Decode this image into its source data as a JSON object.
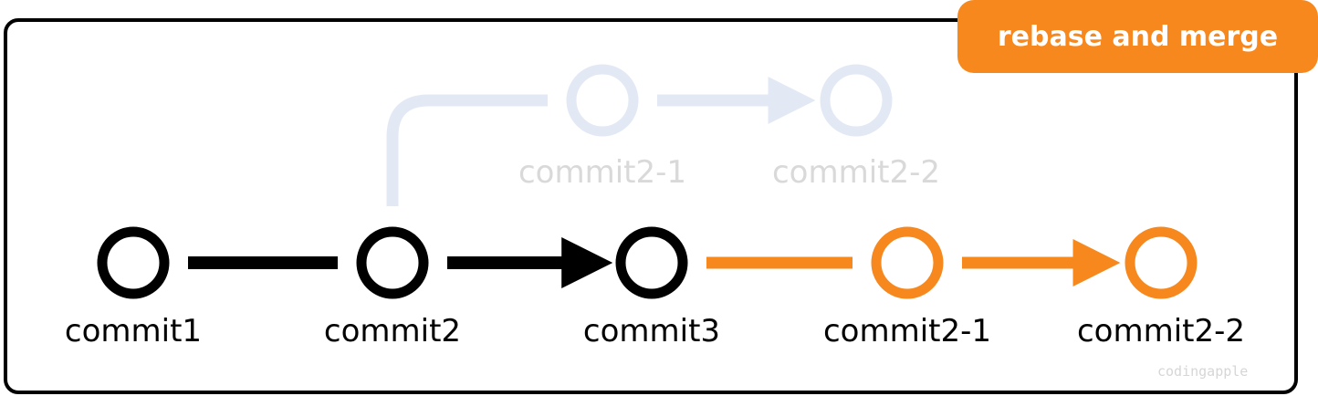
{
  "badge": {
    "label": "rebase and merge",
    "color": "#F7881E"
  },
  "watermark": {
    "text": "codingapple",
    "color": "#D6D6D6"
  },
  "colors": {
    "main": "#000000",
    "rebased": "#F7881E",
    "ghost_line": "#E3E9F4",
    "ghost_text": "#D9D9D9"
  },
  "diagram": {
    "main_commits": [
      {
        "id": "commit1",
        "label": "commit1",
        "style": "main"
      },
      {
        "id": "commit2",
        "label": "commit2",
        "style": "main"
      },
      {
        "id": "commit3",
        "label": "commit3",
        "style": "main"
      },
      {
        "id": "commit2-1-rebased",
        "label": "commit2-1",
        "style": "rebased"
      },
      {
        "id": "commit2-2-rebased",
        "label": "commit2-2",
        "style": "rebased"
      }
    ],
    "ghost_commits": [
      {
        "id": "commit2-1-original",
        "label": "commit2-1",
        "style": "ghost"
      },
      {
        "id": "commit2-2-original",
        "label": "commit2-2",
        "style": "ghost"
      }
    ],
    "edges": [
      {
        "from": "commit1",
        "to": "commit2",
        "style": "main",
        "arrow": false
      },
      {
        "from": "commit2",
        "to": "commit3",
        "style": "main",
        "arrow": true
      },
      {
        "from": "commit3",
        "to": "commit2-1-rebased",
        "style": "rebased",
        "arrow": false
      },
      {
        "from": "commit2-1-rebased",
        "to": "commit2-2-rebased",
        "style": "rebased",
        "arrow": true
      },
      {
        "from": "commit2",
        "to": "commit2-1-original",
        "style": "ghost",
        "arrow": false,
        "curved": true
      },
      {
        "from": "commit2-1-original",
        "to": "commit2-2-original",
        "style": "ghost",
        "arrow": true
      }
    ]
  }
}
